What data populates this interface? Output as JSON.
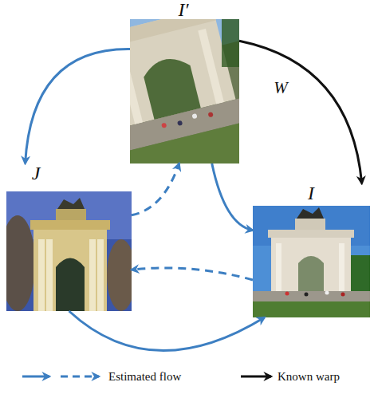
{
  "diagram": {
    "nodes": [
      {
        "text": [
          "I′"
        ]
      },
      {
        "text": [
          "J"
        ]
      },
      {
        "text": [
          "I"
        ]
      }
    ],
    "edges": [
      {
        "from": 0,
        "to": 1,
        "arrow": "to"
      },
      {
        "from": 0,
        "to": 2,
        "arrow": "to"
      },
      {
        "from": 0,
        "to": 2,
        "label": "W",
        "arrow": "to"
      },
      {
        "from": 1,
        "to": 2,
        "arrow": "to"
      },
      {
        "from": 2,
        "to": 1,
        "arrow": "to"
      },
      {
        "from": 1,
        "to": 0,
        "arrow": "to"
      }
    ],
    "legend": [
      {
        "text": "Estimated flow"
      },
      {
        "text": "Known warp"
      }
    ]
  }
}
